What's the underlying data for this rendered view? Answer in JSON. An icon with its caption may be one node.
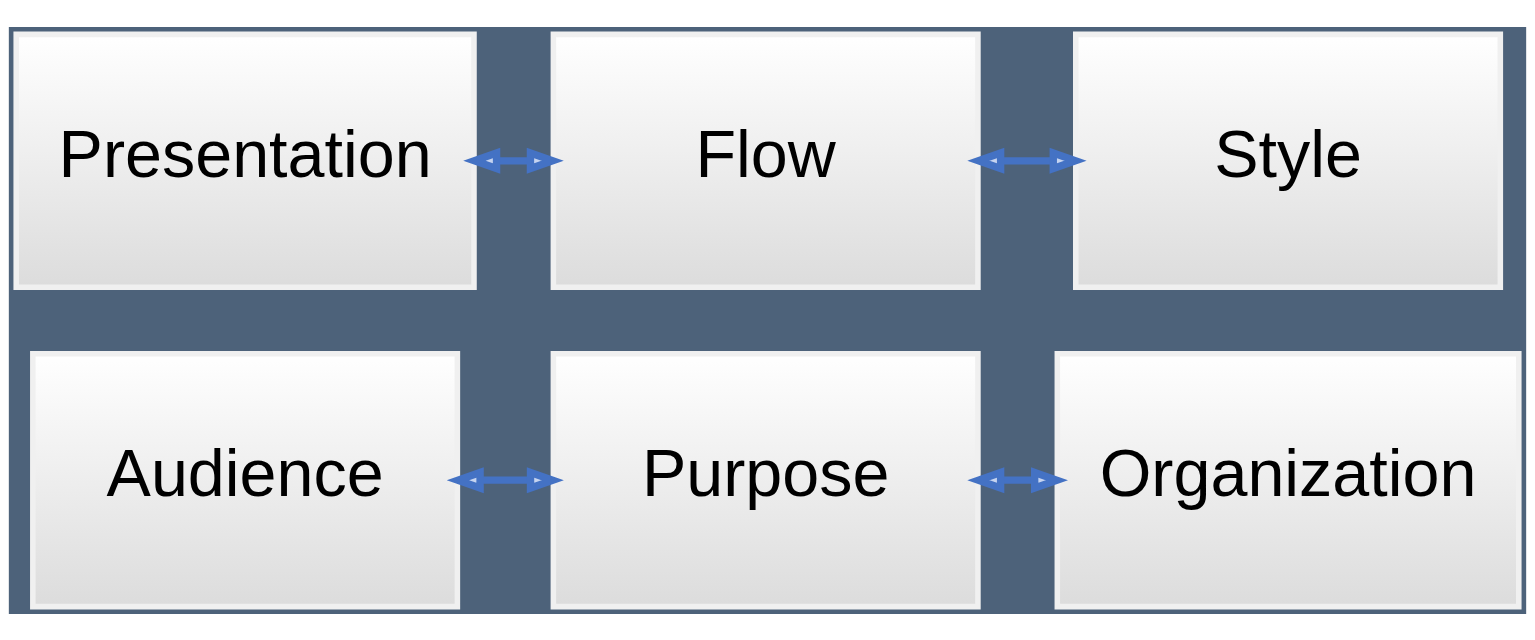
{
  "diagram": {
    "nodes": [
      {
        "text": [
          "Audience"
        ]
      },
      {
        "text": [
          "Purpose"
        ]
      },
      {
        "text": [
          "Organization"
        ]
      },
      {
        "text": [
          "Presentation"
        ]
      },
      {
        "text": [
          "Flow"
        ]
      },
      {
        "text": [
          "Style"
        ]
      }
    ],
    "edges": [
      {
        "from": 0,
        "to": 1,
        "arrow": "both"
      },
      {
        "from": 1,
        "to": 2,
        "arrow": "both"
      },
      {
        "from": 3,
        "to": 4,
        "arrow": "both"
      },
      {
        "from": 4,
        "to": 5,
        "arrow": "both"
      }
    ]
  }
}
